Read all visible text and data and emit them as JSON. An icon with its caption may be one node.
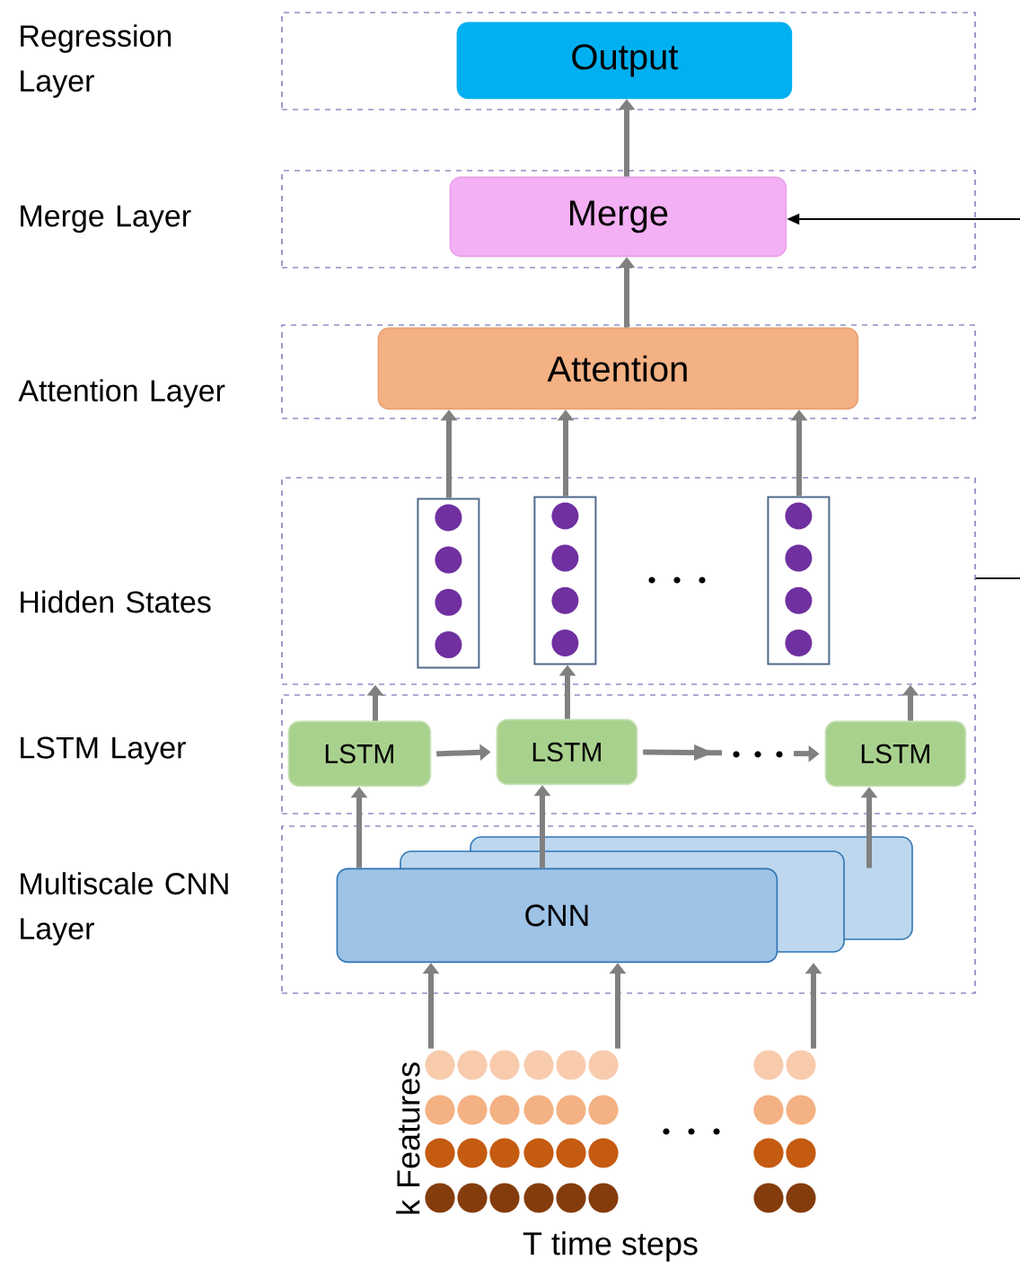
{
  "diagram": {
    "nodes": [
      {
        "text": [
          "Regression Layer"
        ]
      },
      {
        "text": [
          "Output"
        ],
        "in": 0
      },
      {
        "text": [
          "Merge Layer"
        ]
      },
      {
        "text": [
          "Merge"
        ],
        "in": 2
      },
      {
        "text": [
          "Attention Layer"
        ]
      },
      {
        "text": [
          "Attention"
        ],
        "in": 4
      },
      {
        "text": [
          "Hidden States"
        ]
      },
      {
        "text": [],
        "shape": "box",
        "in": 6
      },
      {
        "text": [],
        "shape": "box",
        "in": 6
      },
      {
        "text": [],
        "shape": "box",
        "in": 6
      },
      {
        "text": [
          "LSTM Layer"
        ]
      },
      {
        "text": [
          "LSTM"
        ],
        "in": 10
      },
      {
        "text": [
          "LSTM"
        ],
        "in": 10
      },
      {
        "text": [
          "LSTM"
        ],
        "in": 10
      },
      {
        "text": [
          "Multiscale CNN Layer"
        ]
      },
      {
        "text": [
          "CNN"
        ],
        "in": 14
      },
      {
        "text": [
          "k Features",
          "T time steps"
        ]
      }
    ],
    "edges": [
      {
        "from": 3,
        "to": 1,
        "arrow": "to"
      },
      {
        "from": 5,
        "to": 3,
        "arrow": "to"
      },
      {
        "from": 7,
        "to": 5,
        "arrow": "to"
      },
      {
        "from": 8,
        "to": 5,
        "arrow": "to"
      },
      {
        "from": 9,
        "to": 5,
        "arrow": "to"
      },
      {
        "from": 11,
        "to": 6,
        "arrow": "to"
      },
      {
        "from": 12,
        "to": 8,
        "arrow": "to"
      },
      {
        "from": 13,
        "to": 6,
        "arrow": "to"
      },
      {
        "from": 11,
        "to": 12,
        "arrow": "to"
      },
      {
        "from": 12,
        "to": 13,
        "arrow": "to"
      },
      {
        "from": 15,
        "to": 11,
        "arrow": "to"
      },
      {
        "from": 15,
        "to": 12,
        "arrow": "to"
      },
      {
        "from": 15,
        "to": 13,
        "arrow": "to"
      },
      {
        "from": 16,
        "to": 15,
        "arrow": "to"
      },
      {
        "from": 16,
        "to": 15,
        "arrow": "to"
      },
      {
        "from": 16,
        "to": 15,
        "arrow": "to"
      },
      {
        "from": null,
        "to": 3,
        "arrow": "to",
        "color": "#000000"
      },
      {
        "from": 6,
        "to": null,
        "arrow": "none",
        "color": "#000000"
      }
    ]
  }
}
